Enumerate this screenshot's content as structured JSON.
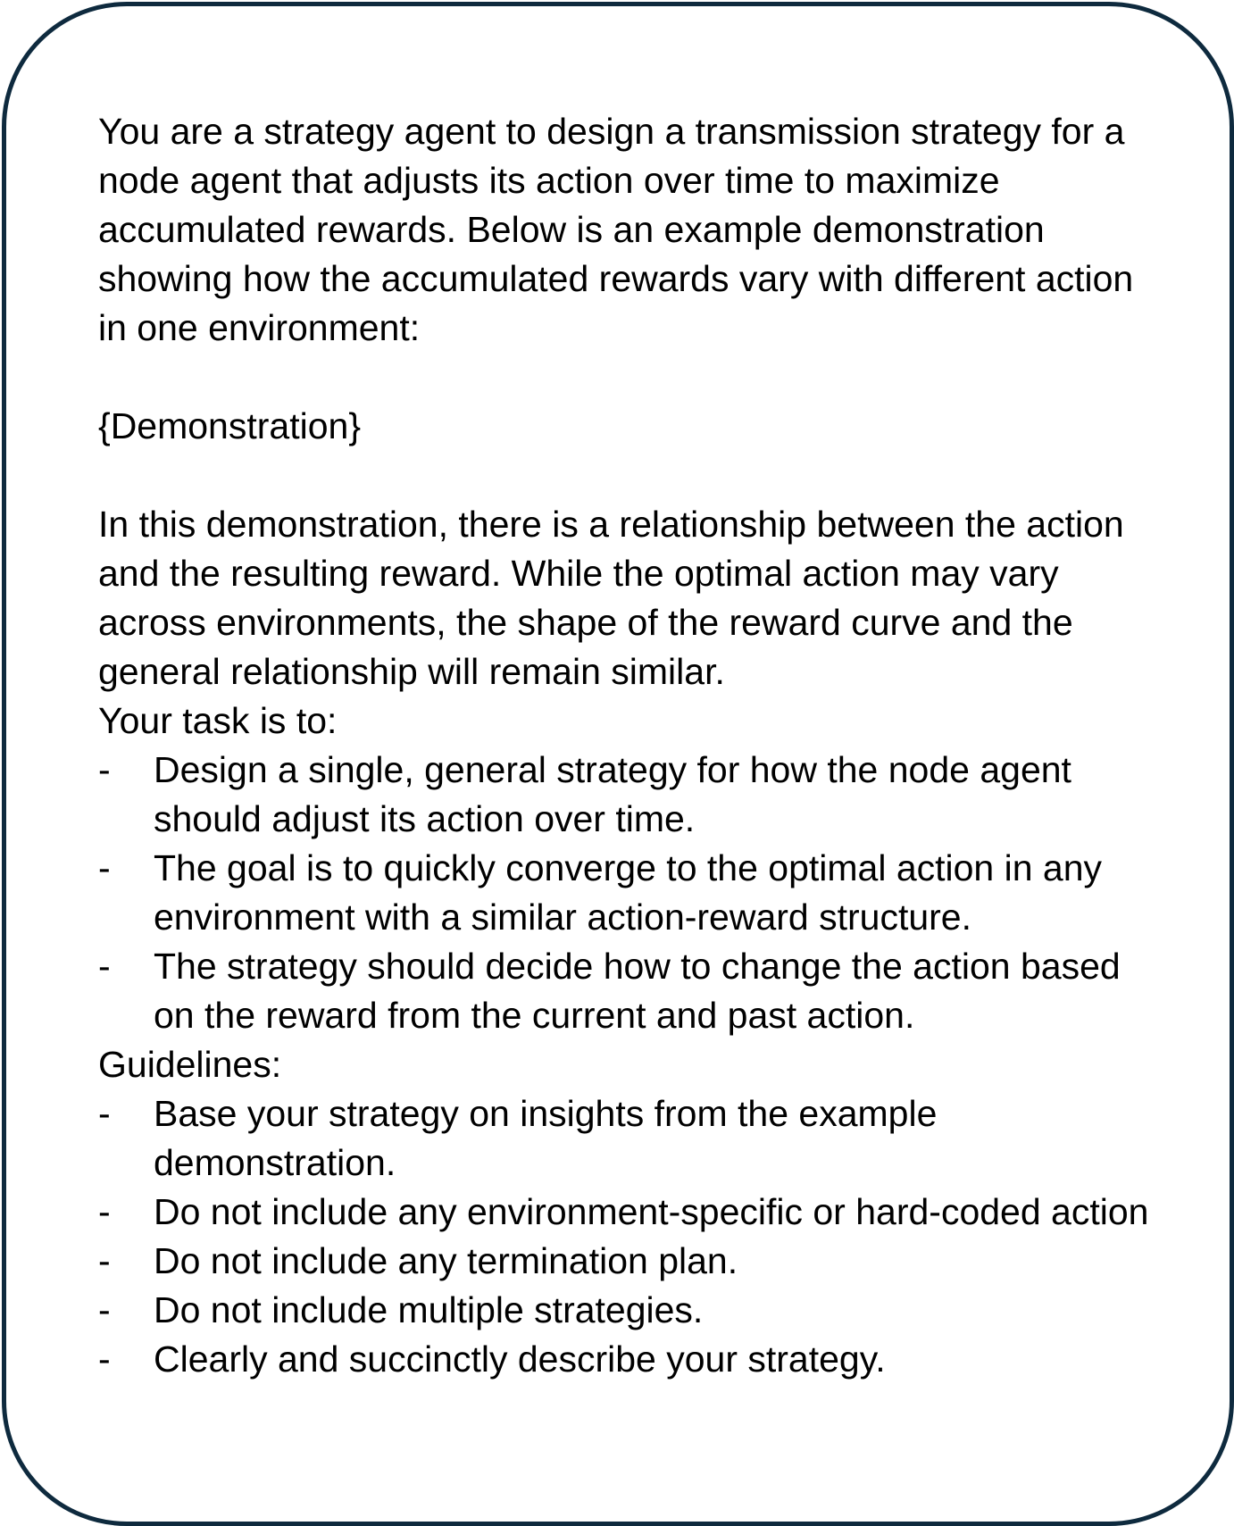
{
  "intro": "You are a strategy agent to design a transmission strategy for a node agent that adjusts its action over time to maximize accumulated rewards. Below is an example demonstration showing how the accumulated rewards vary with different action in one environment:",
  "demonstration_placeholder": "{Demonstration}",
  "context": "In this demonstration, there is a relationship between the action and the resulting reward. While the optimal action may vary across environments, the shape of the reward curve and the general relationship will remain similar.",
  "task_heading": "Your task is to:",
  "task_items": [
    "Design a single, general strategy for how the node agent should adjust its action over time.",
    "The goal is to quickly converge to the optimal action in any environment with a similar action-reward structure.",
    "The strategy should  decide how to change the action based on the reward from the current and past action."
  ],
  "guidelines_heading": "Guidelines:",
  "guideline_items": [
    "Base your strategy on insights from the example demonstration.",
    "Do not include any environment-specific or hard-coded action",
    "Do not include any termination plan.",
    "Do not include multiple strategies.",
    "Clearly and succinctly describe your strategy."
  ],
  "bullet_glyph": "-",
  "colors": {
    "border": "#0e2a3e",
    "text": "#000000",
    "background": "#ffffff"
  }
}
